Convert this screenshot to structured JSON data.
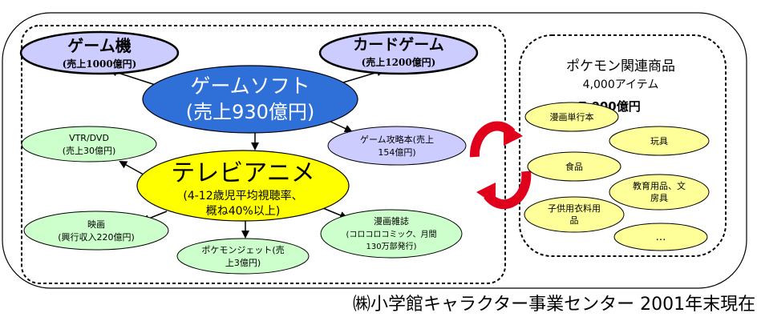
{
  "left_group": {
    "game_machine": {
      "name": "ゲーム機",
      "sales": "(売上1000億円)"
    },
    "card_game": {
      "name": "カードゲーム",
      "sales": "(売上1200億円)"
    },
    "game_soft": {
      "name": "ゲームソフト",
      "sales": "(売上930億円)"
    },
    "vtr_dvd": {
      "name": "VTR/DVD",
      "sales": "(売上30億円)"
    },
    "strategy_book": {
      "line1": "ゲーム攻略本(売上",
      "line2": "154億円)"
    },
    "tv_anime": {
      "name": "テレビアニメ",
      "line1": "(4-12歳児平均視聴率、",
      "line2": "概ね40%以上)"
    },
    "movie": {
      "line1": "映画",
      "line2": "(興行収入220億円)"
    },
    "pokemon_jet": {
      "line1": "ポケモンジェット(売",
      "line2": "上3億円)"
    },
    "manga_mag": {
      "line1": "漫画雑誌",
      "line2": "(コロコロコミック、月間",
      "line3": "130万部発行)"
    }
  },
  "right_group": {
    "title": "ポケモン関連商品",
    "items_count": "4,000アイテム",
    "sales": "7,000億円",
    "products": [
      {
        "label": "漫画単行本"
      },
      {
        "label": "玩具"
      },
      {
        "label": "食品"
      },
      {
        "label": "教育用品、文",
        "label2": "房具"
      },
      {
        "label": "子供用衣料用",
        "label2": "品"
      },
      {
        "label": "…"
      }
    ]
  },
  "caption": "㈱小学館キャラクター事業センター 2001年末現在",
  "colors": {
    "lavender": "#CCCCFF",
    "blue": "#2E6FD8",
    "yellow": "#FFFF00",
    "pale_yellow": "#FFFF99",
    "pale_green": "#CCFFCC",
    "red": "#E0001B"
  }
}
